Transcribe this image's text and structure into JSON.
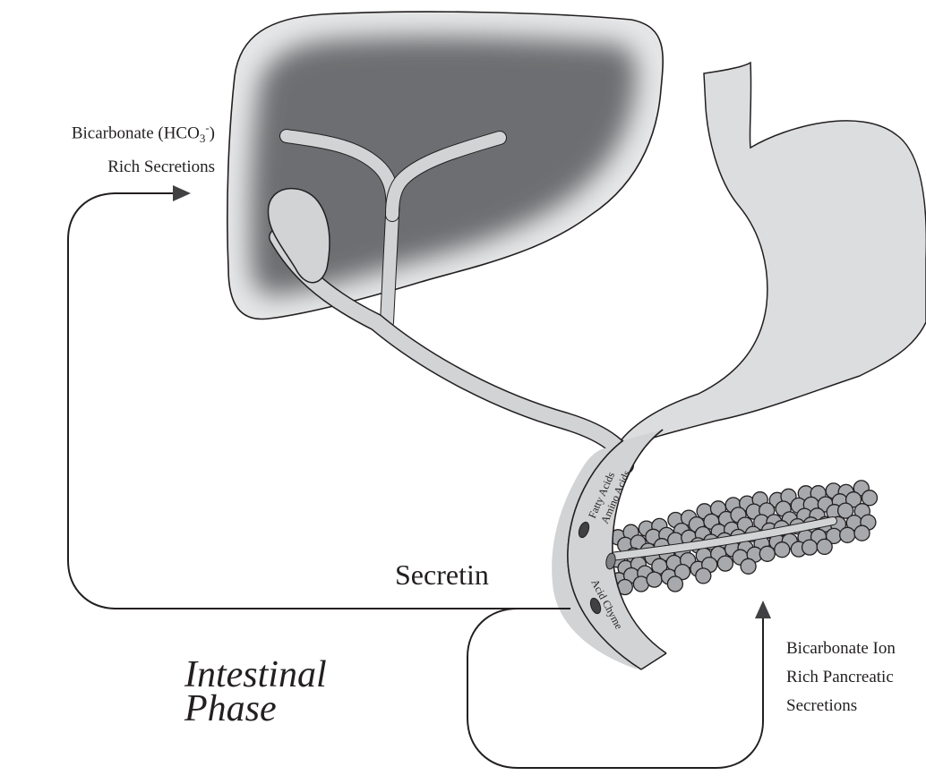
{
  "labels": {
    "liver_secretion_line1_prefix": "Bicarbonate (HCO",
    "liver_secretion_subscript": "3",
    "liver_secretion_superscript": "-",
    "liver_secretion_line1_suffix": ")",
    "liver_secretion_line2": "Rich Secretions",
    "secretin": "Secretin",
    "phase_line1": "Intestinal",
    "phase_line2": "Phase",
    "pancreatic_line1": "Bicarbonate Ion",
    "pancreatic_line2": "Rich Pancreatic",
    "pancreatic_line3": "Secretions",
    "duodenum_text1": "Fatty Acids",
    "duodenum_text2": "Amino Acids",
    "duodenum_text3": "Acid Chyme"
  },
  "colors": {
    "liver_fill": "#6d6e71",
    "liver_edge": "#e6e7e8",
    "organ_light": "#d1d3d4",
    "stomach": "#dcdddf",
    "outline": "#231f20",
    "pancreas_ball": "#a7a9ac",
    "arrow": "#231f20"
  }
}
